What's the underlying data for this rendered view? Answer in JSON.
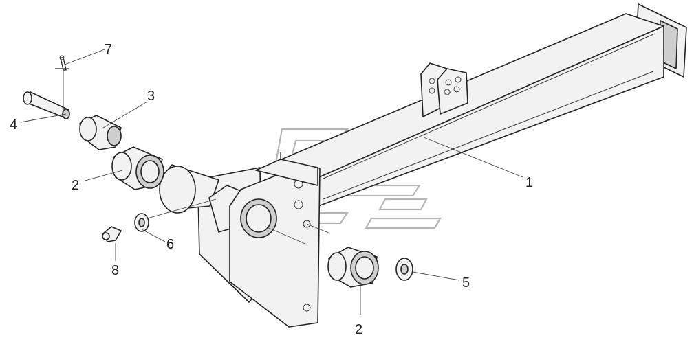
{
  "labels": [
    {
      "id": "label-1",
      "text": "1"
    },
    {
      "id": "label-2-left",
      "text": "2"
    },
    {
      "id": "label-2-bottom",
      "text": "2"
    },
    {
      "id": "label-3",
      "text": "3"
    },
    {
      "id": "label-4",
      "text": "4"
    },
    {
      "id": "label-5",
      "text": "5"
    },
    {
      "id": "label-6",
      "text": "6"
    },
    {
      "id": "label-7",
      "text": "7"
    },
    {
      "id": "label-8",
      "text": "8"
    }
  ]
}
